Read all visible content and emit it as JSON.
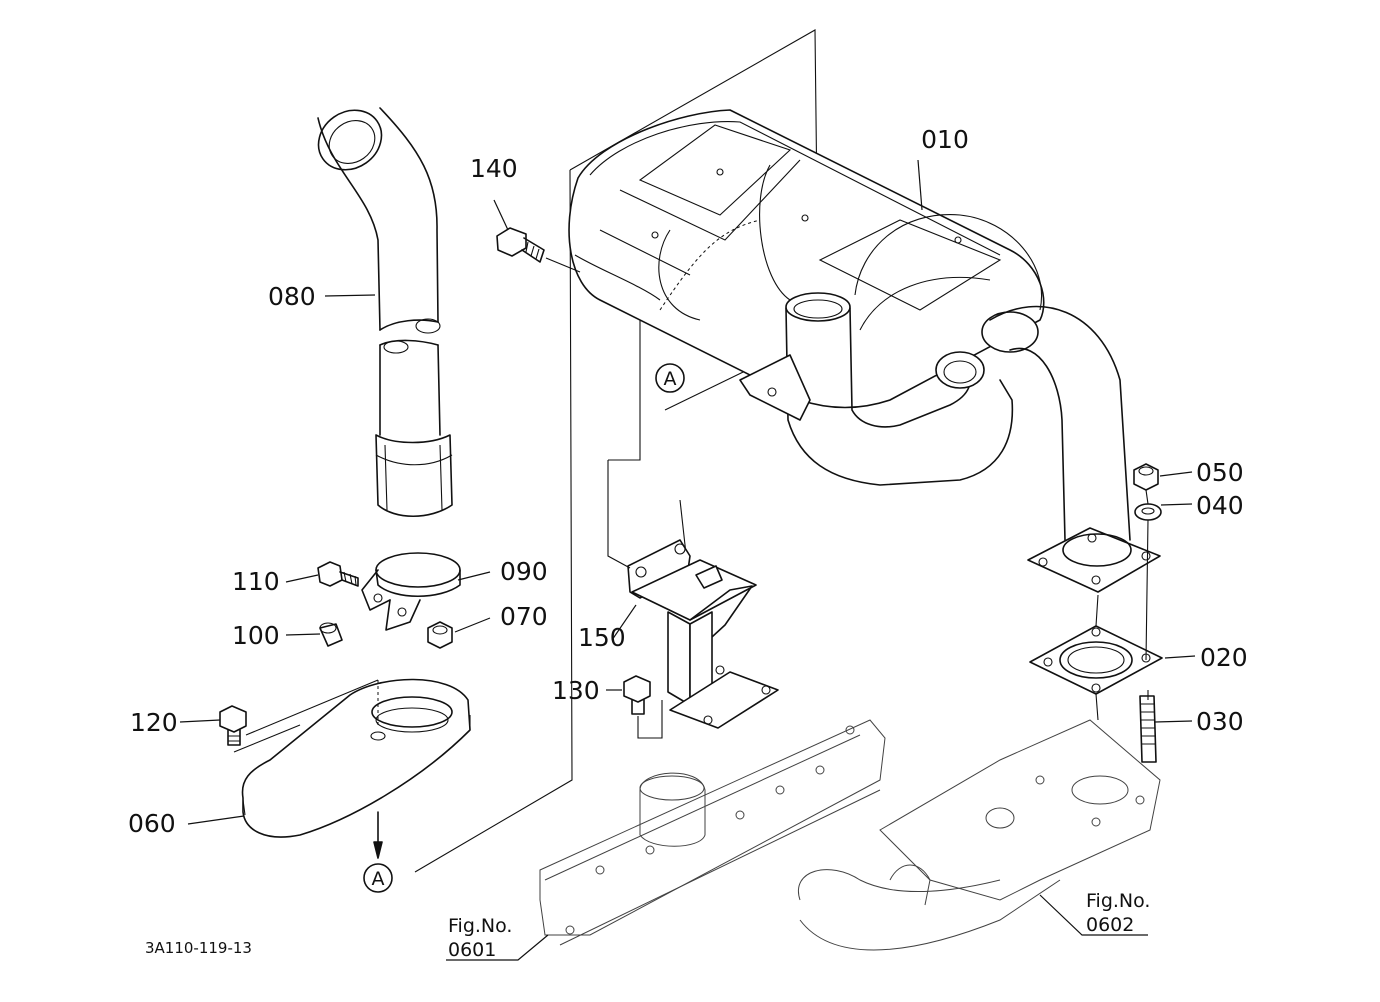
{
  "callouts": {
    "p010": "010",
    "p020": "020",
    "p030": "030",
    "p040": "040",
    "p050": "050",
    "p060": "060",
    "p070": "070",
    "p080": "080",
    "p090": "090",
    "p100": "100",
    "p110": "110",
    "p120": "120",
    "p130": "130",
    "p140": "140",
    "p150": "150"
  },
  "reference_marks": {
    "a_upper": "A",
    "a_lower": "A"
  },
  "figure_refs": {
    "left": {
      "label": "Fig.No.",
      "number": "0601"
    },
    "right": {
      "label": "Fig.No.",
      "number": "0602"
    }
  },
  "drawing_code": "3A110-119-13"
}
